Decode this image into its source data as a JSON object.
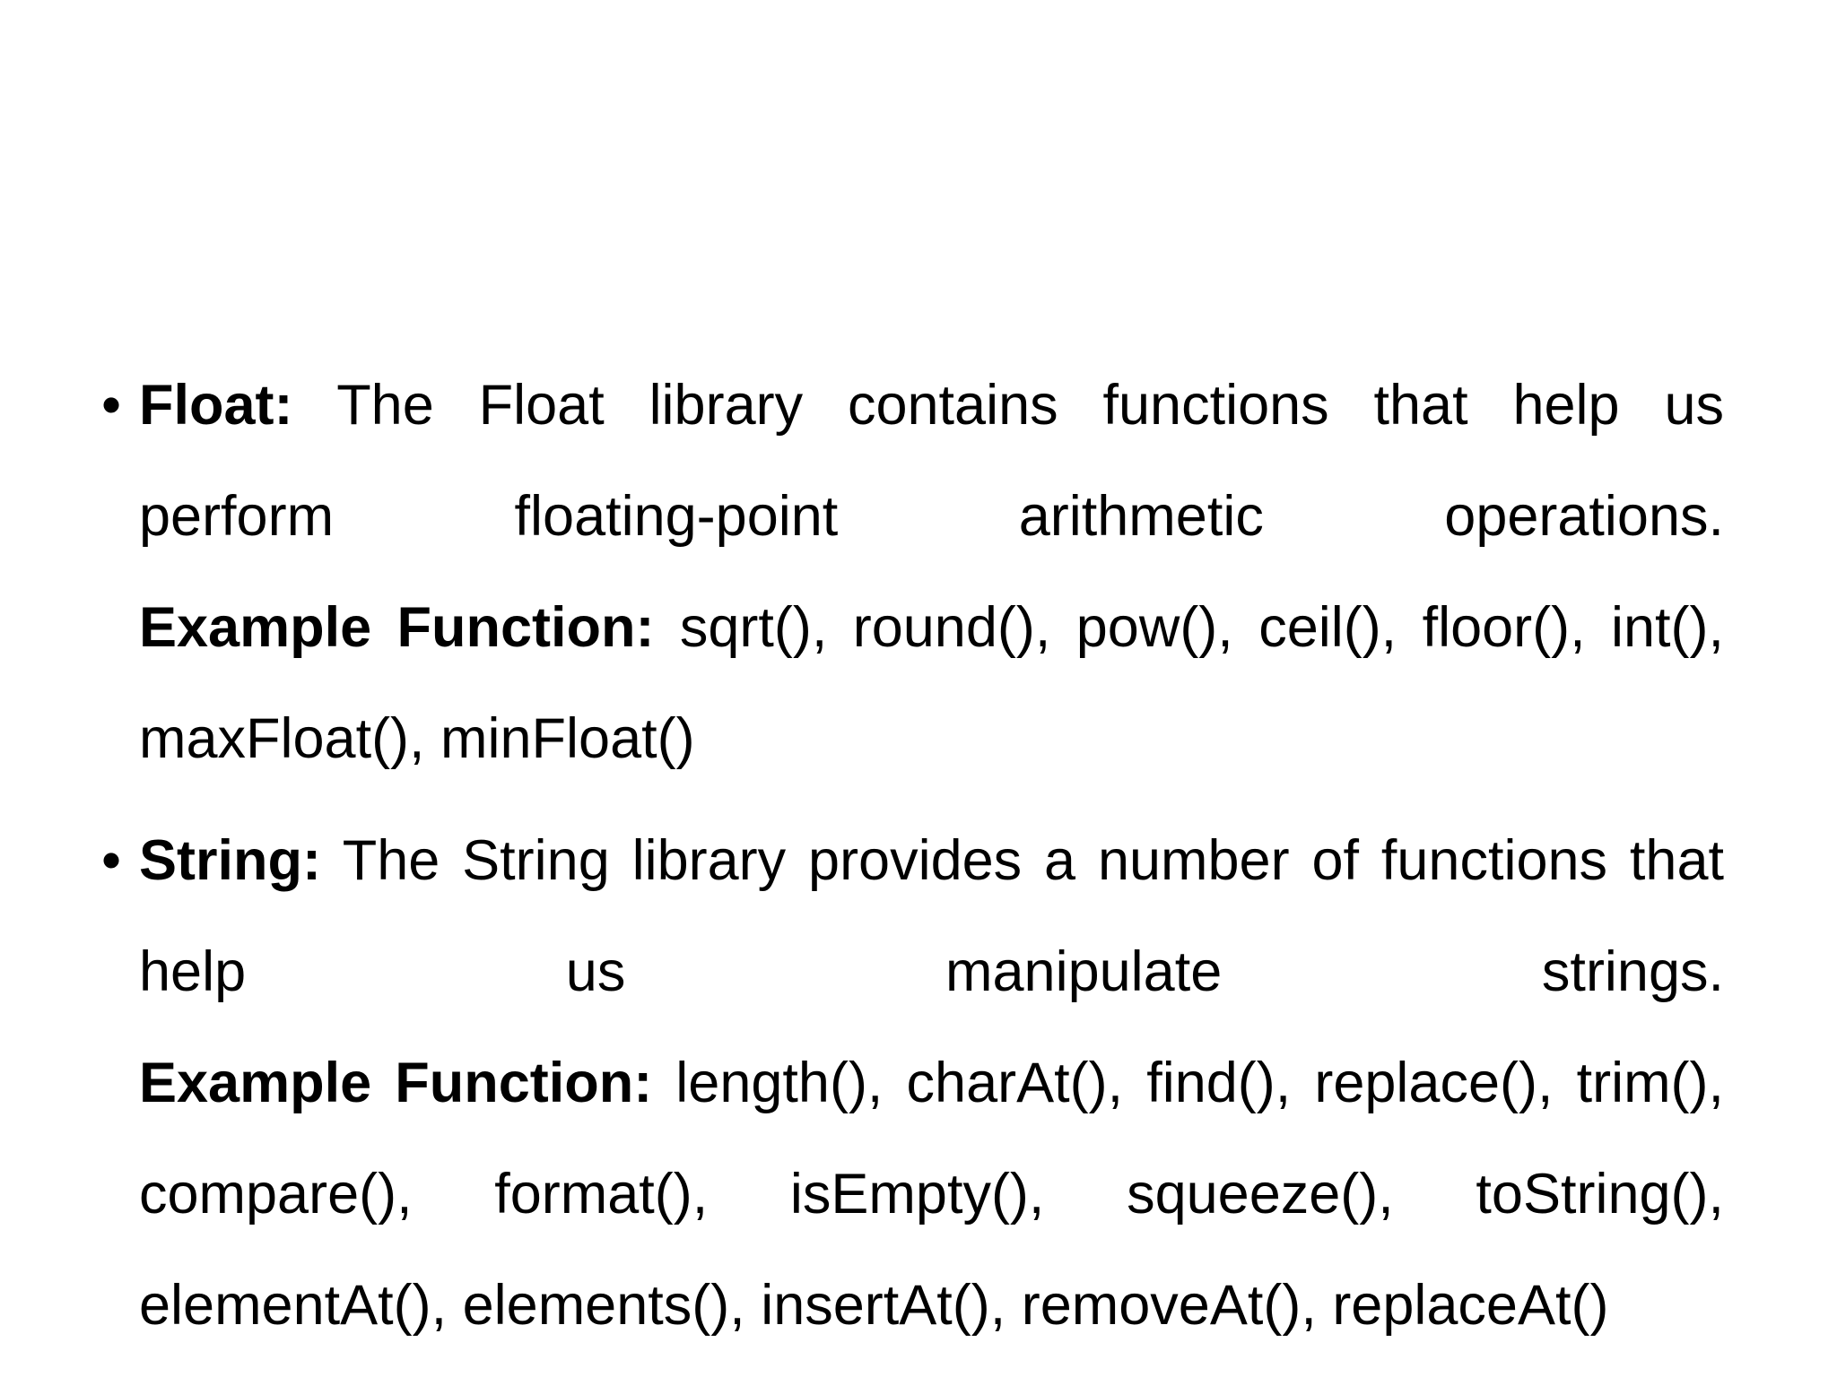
{
  "page": {
    "background_color": "#ffffff",
    "text_color": "#000000"
  },
  "bullets": [
    {
      "marker": "•",
      "lines": [
        {
          "bold": "Float:",
          "text": " The Float library contains functions that help us"
        },
        {
          "bold": "",
          "text": "perform floating-point arithmetic operations."
        },
        {
          "bold": "Example Function:",
          "text": " sqrt(), round(), pow(), ceil(), floor(), int(),"
        },
        {
          "bold": "",
          "text": "maxFloat(), minFloat()"
        }
      ]
    },
    {
      "marker": "•",
      "lines": [
        {
          "bold": "String:",
          "text": " The String library provides a number of functions that"
        },
        {
          "bold": "",
          "text": "help us manipulate strings."
        },
        {
          "bold": "Example Function:",
          "text": " length(), charAt(), find(), replace(), trim(),"
        },
        {
          "bold": "",
          "text": "compare(), format(), isEmpty(), squeeze(), toString(),"
        },
        {
          "bold": "",
          "text": "elementAt(), elements(), insertAt(), removeAt(), replaceAt()"
        }
      ]
    }
  ]
}
